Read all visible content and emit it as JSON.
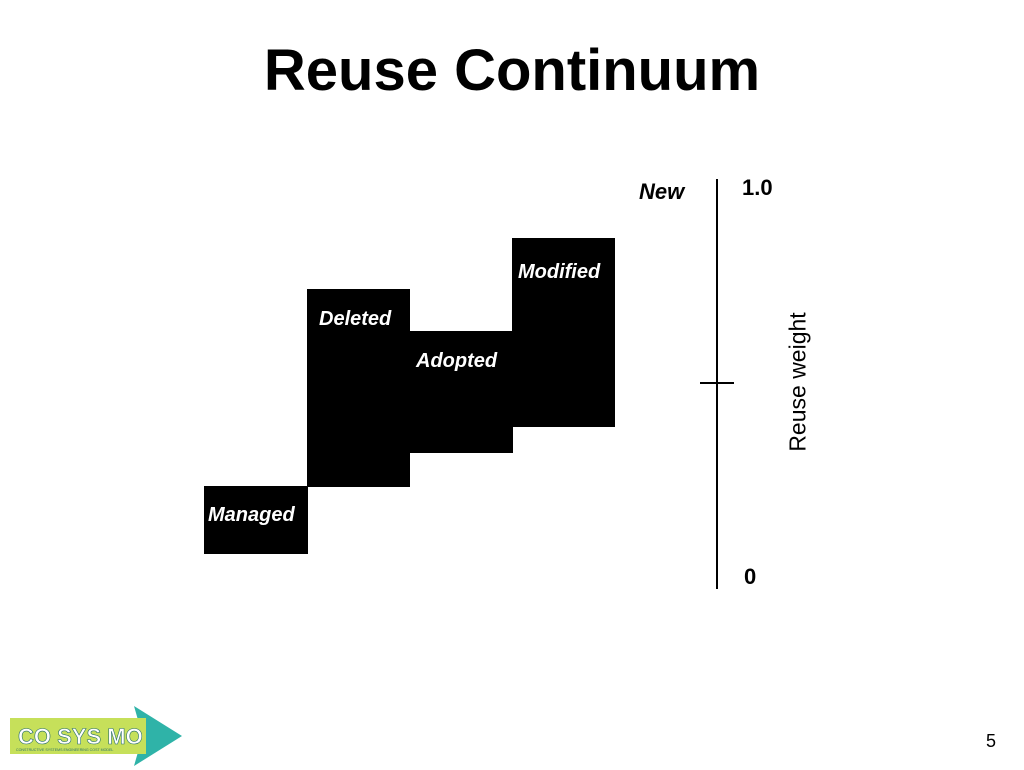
{
  "slide": {
    "title": "Reuse Continuum",
    "page_number": "5"
  },
  "diagram": {
    "categories": [
      "Managed",
      "Deleted",
      "Adopted",
      "Modified"
    ],
    "axis": {
      "top_label": "New",
      "max_label": "1.0",
      "min_label": "0",
      "title": "Reuse weight"
    }
  },
  "logo": {
    "text": "CO SYS MO",
    "subtitle": "CONSTRUCTIVE SYSTEMS ENGINEERING COST MODEL",
    "colors": {
      "box": "#c6e05a",
      "arrow": "#2fb3a8",
      "text": "#ffffff"
    }
  }
}
